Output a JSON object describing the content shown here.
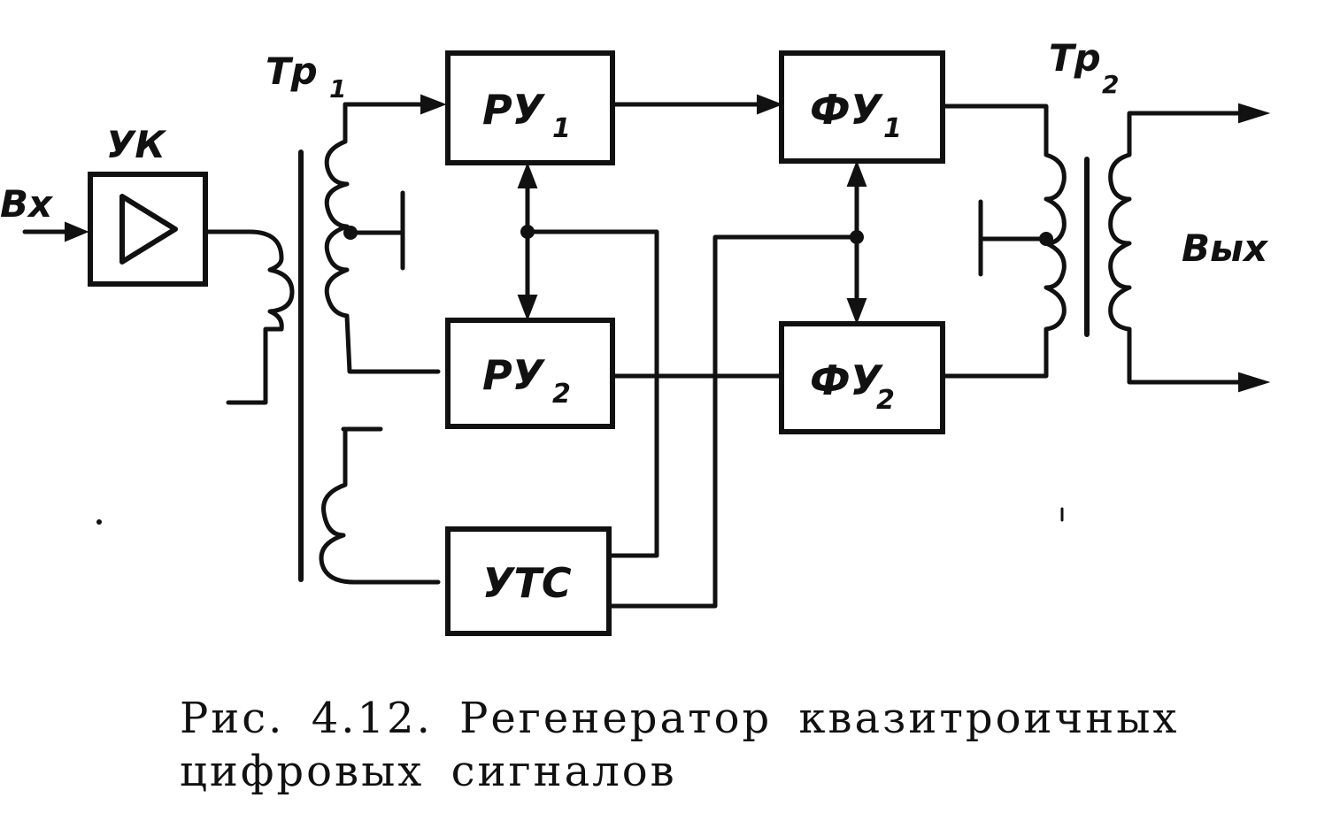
{
  "labels": {
    "input": "Вх",
    "output": "Вых",
    "amplifier": "УК",
    "transformer1": {
      "main": "Тр",
      "sub": "1"
    },
    "transformer2": {
      "main": "Тр",
      "sub": "2"
    }
  },
  "blocks": {
    "ru1": {
      "main": "РУ",
      "sub": "1"
    },
    "ru2": {
      "main": "РУ",
      "sub": "2"
    },
    "fu1": {
      "main": "ФУ",
      "sub": "1"
    },
    "fu2": {
      "main": "ФУ",
      "sub": "2"
    },
    "uts": {
      "main": "УТС"
    }
  },
  "caption": {
    "line1": "Рис. 4.12. Регенератор квазитроичных",
    "line2": "цифровых сигналов"
  }
}
